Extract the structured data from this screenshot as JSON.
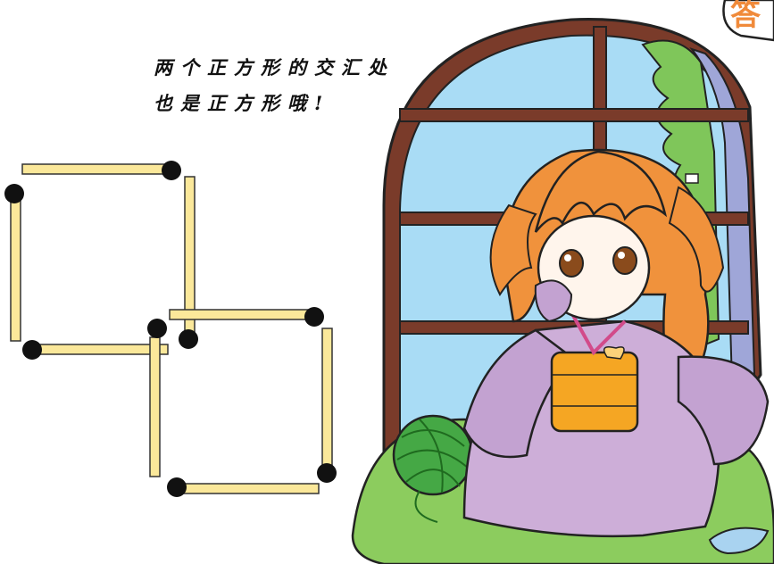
{
  "caption": {
    "line1": "两个正方形的交汇处",
    "line2": "也是正方形哦!"
  },
  "bubble": {
    "text": "答"
  },
  "colors": {
    "match_stick": "#fbe89a",
    "match_head": "#111111",
    "hair": "#f0923c",
    "kimono": "#cdaed8",
    "obi": "#f5a623",
    "sky": "#a9dcf5",
    "grass": "#8ccc5e",
    "window_frame": "#7a3b2a"
  }
}
